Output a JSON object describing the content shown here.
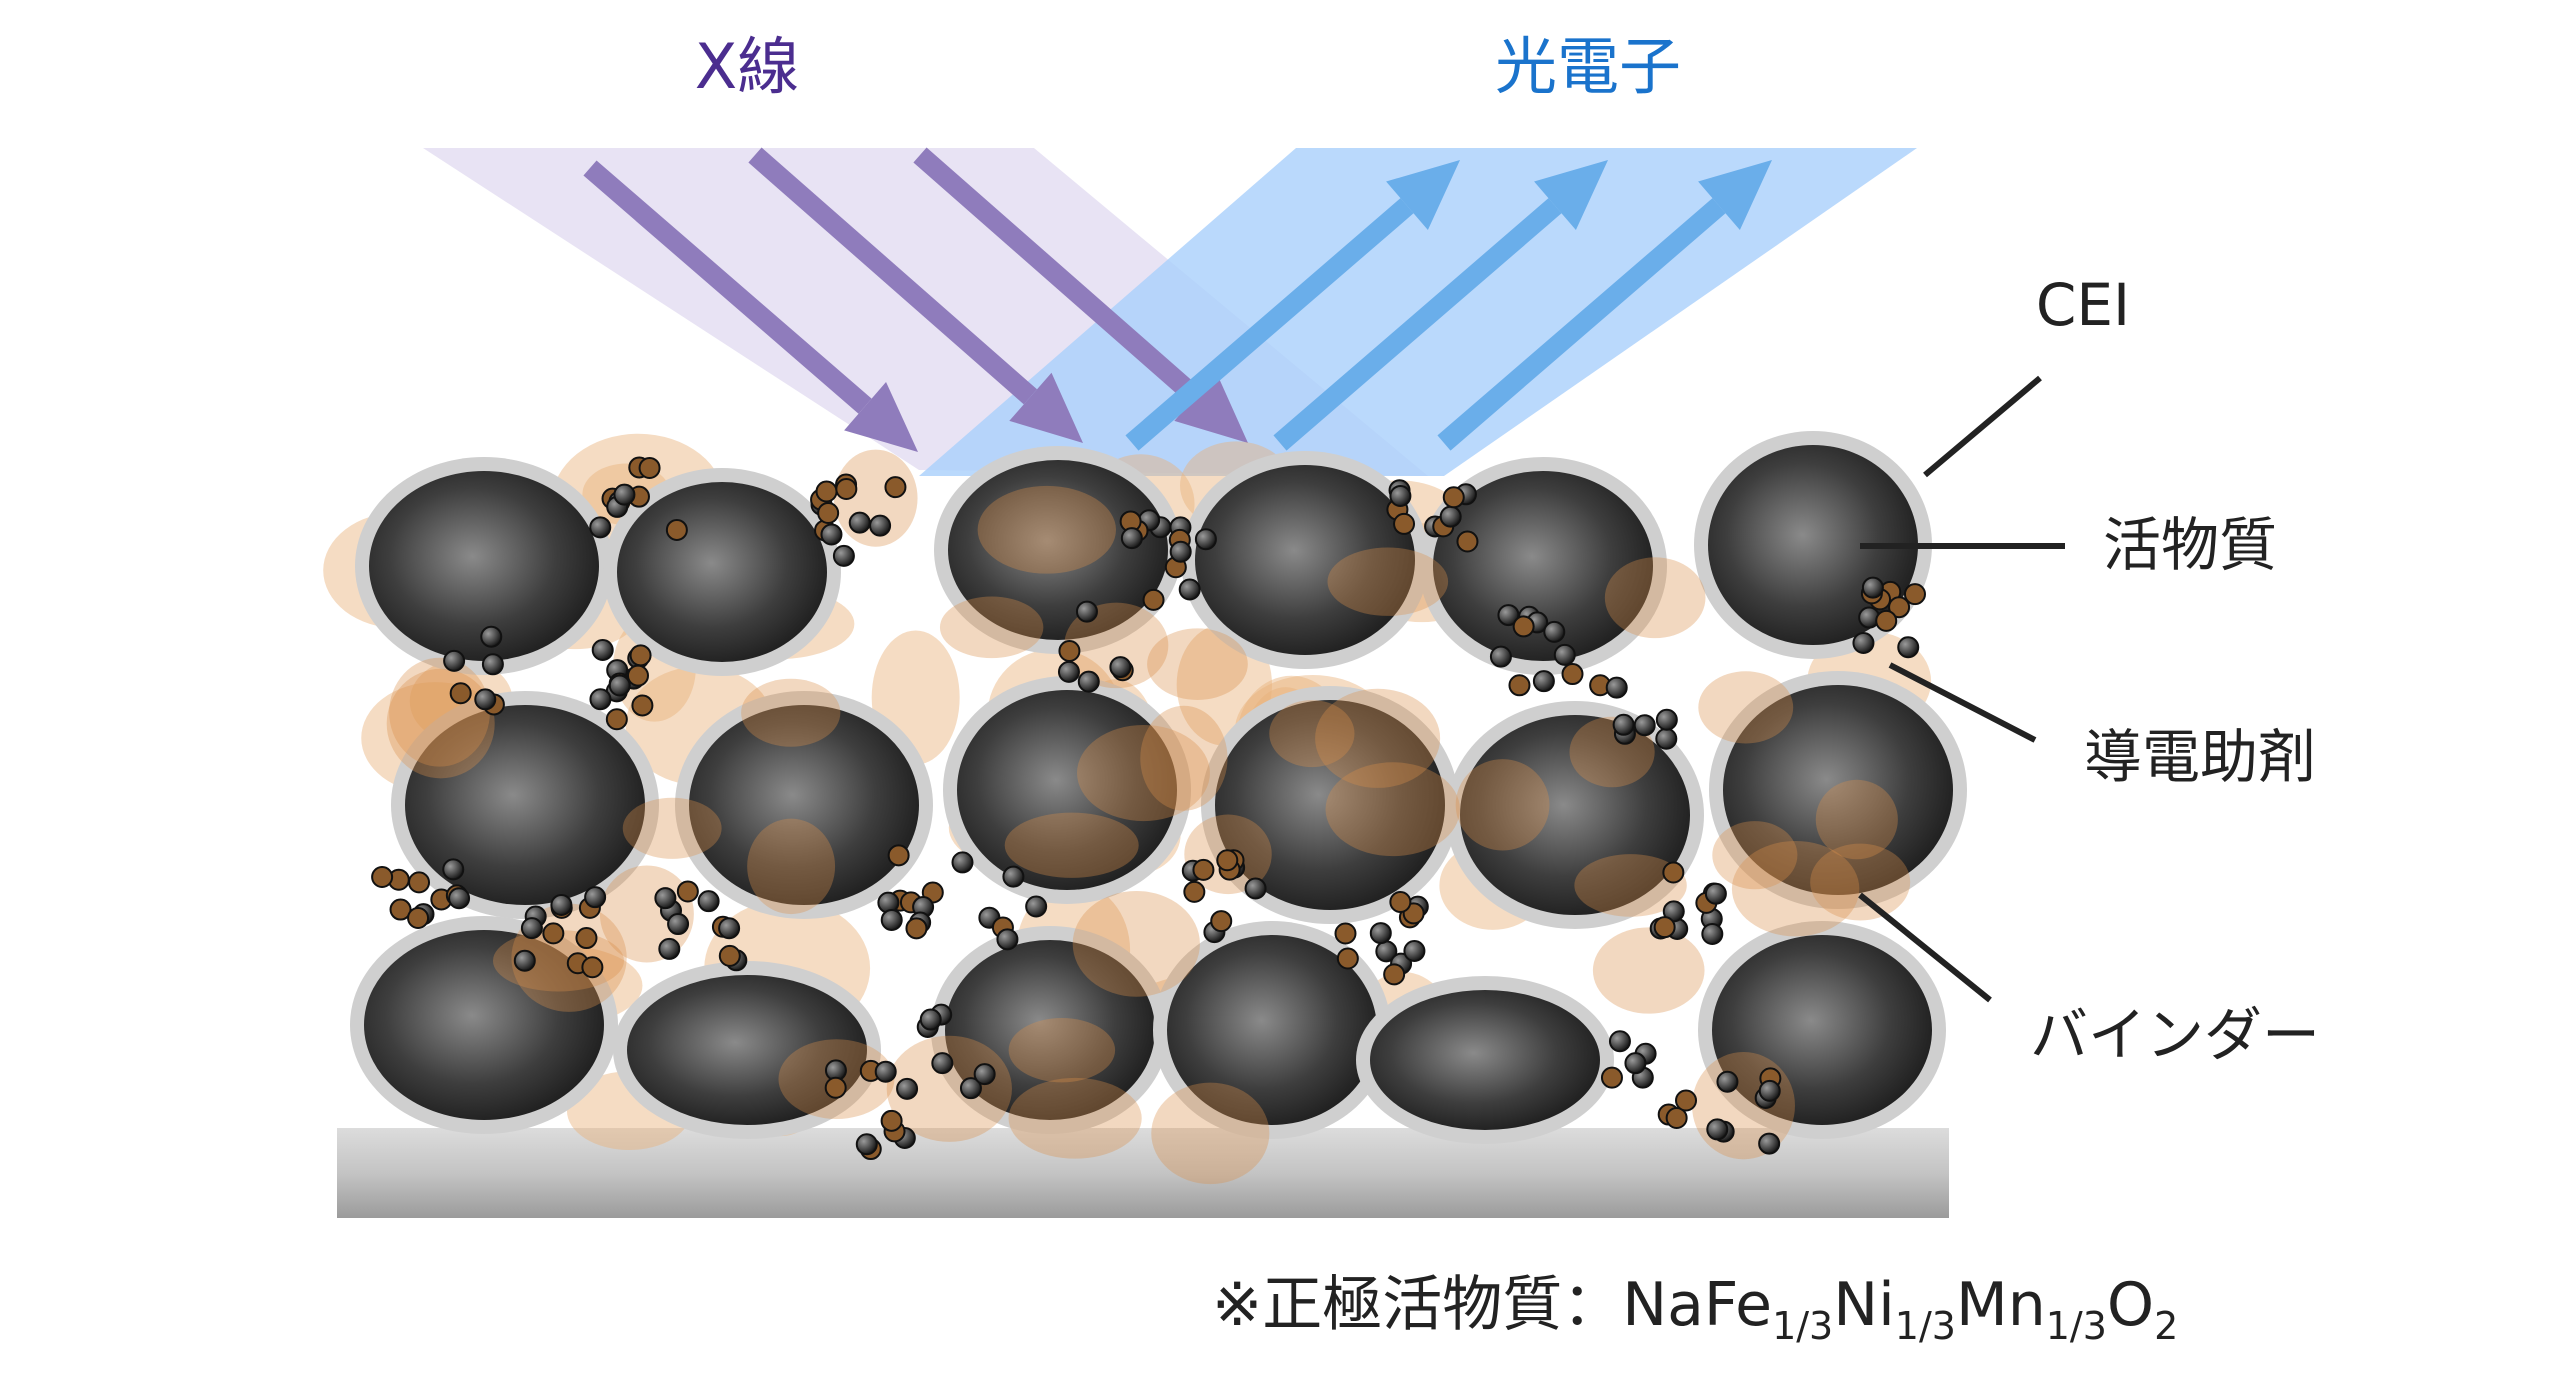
{
  "title_xray": "X線",
  "title_photoelectron": "光電子",
  "labels": {
    "cei": "CEI",
    "active_material": "活物質",
    "conductive_agent": "導電助剤",
    "binder": "バインダー"
  },
  "footnote": {
    "prefix": "※正極活物質：NaFe",
    "sub1": "1/3",
    "ni": "Ni",
    "sub2": "1/3",
    "mn": "Mn",
    "sub3": "1/3",
    "o": "O",
    "sub4": "2"
  },
  "colors": {
    "xray_text": "#4b2d8f",
    "photoelectron_text": "#1a73cc",
    "xray_band": "#e6e0f3",
    "xray_arrow": "#8f7cbc",
    "photo_band": "#a9d0fb",
    "photo_arrow": "#6aaeea"
  }
}
